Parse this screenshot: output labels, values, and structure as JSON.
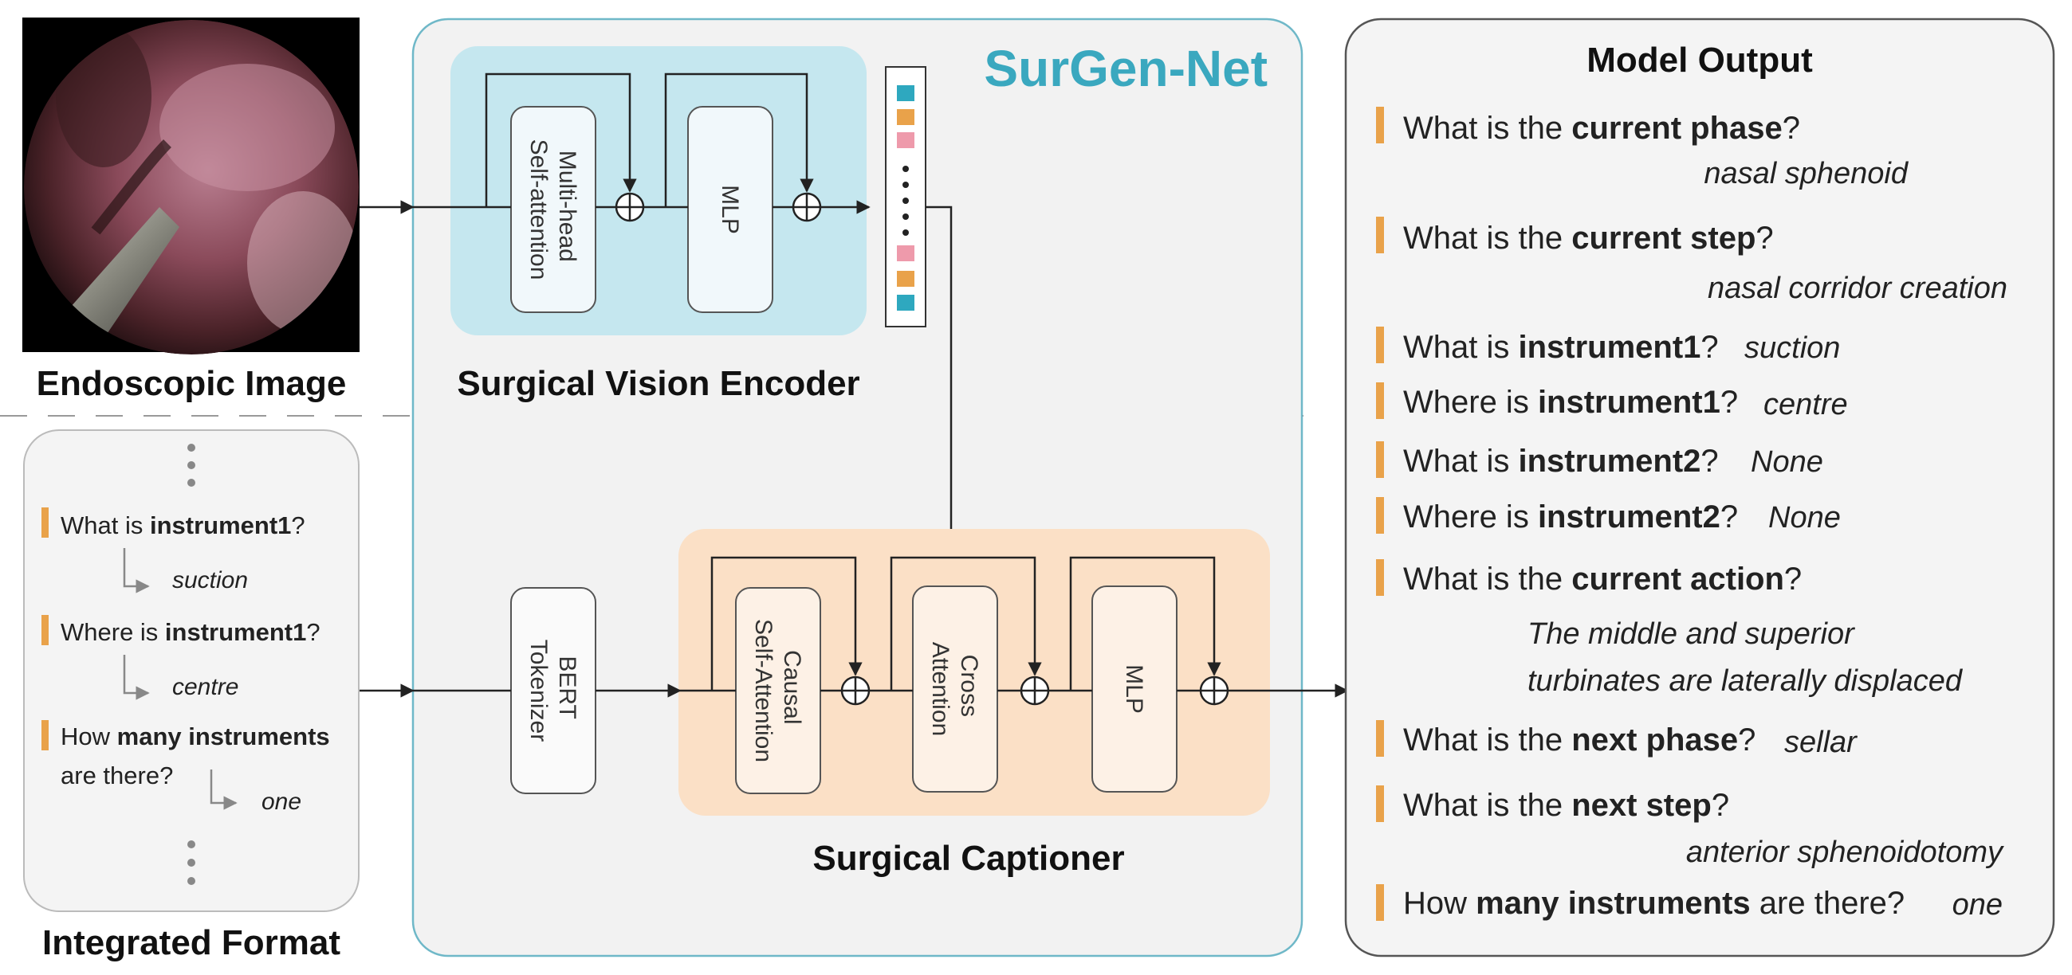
{
  "titles": {
    "brand": "SurGen-Net",
    "endoscopic_image": "Endoscopic Image",
    "integrated_format": "Integrated Format",
    "vision_encoder": "Surgical Vision Encoder",
    "captioner": "Surgical Captioner",
    "model_output": "Model Output"
  },
  "blocks": {
    "mhsa_line1": "Multi-head",
    "mhsa_line2": "Self-attention",
    "mlp1": "MLP",
    "bert_line1": "BERT",
    "bert_line2": "Tokenizer",
    "causal_line1": "Causal",
    "causal_line2": "Self-Attention",
    "cross_line1": "Cross",
    "cross_line2": "Attention",
    "mlp2": "MLP"
  },
  "integrated": {
    "q1_pre": "What is ",
    "q1_b": "instrument1",
    "q1_post": "?",
    "a1": "suction",
    "q2_pre": "Where is ",
    "q2_b": "instrument1",
    "q2_post": "?",
    "a2": "centre",
    "q3_pre": "How ",
    "q3_b": "many instruments",
    "q3_line2": "are there?",
    "a3": "one"
  },
  "output": {
    "q1_pre": "What is the ",
    "q1_b": "current phase",
    "q1_post": "?",
    "a1": "nasal sphenoid",
    "q2_pre": "What is the ",
    "q2_b": "current step",
    "q2_post": "?",
    "a2": "nasal corridor creation",
    "q3_pre": "What is ",
    "q3_b": "instrument1",
    "q3_post": "?",
    "a3": "suction",
    "q4_pre": "Where is ",
    "q4_b": "instrument1",
    "q4_post": "?",
    "a4": "centre",
    "q5_pre": "What is ",
    "q5_b": "instrument2",
    "q5_post": "?",
    "a5": "None",
    "q6_pre": "Where is ",
    "q6_b": "instrument2",
    "q6_post": "?",
    "a6": "None",
    "q7_pre": "What is the ",
    "q7_b": "current action",
    "q7_post": "?",
    "a7_line1": "The middle and superior",
    "a7_line2": "turbinates are laterally displaced",
    "q8_pre": "What is the ",
    "q8_b": "next phase",
    "q8_post": "?",
    "a8": "sellar",
    "q9_pre": "What is the ",
    "q9_b": "next step",
    "q9_post": "?",
    "a9": "anterior sphenoidotomy",
    "q10_pre": "How ",
    "q10_b": "many instruments",
    "q10_post": " are there?",
    "a10": "one"
  },
  "colors": {
    "brand": "#3aa8bf",
    "encoder_bg": "#c5e7ef",
    "captioner_bg": "#fbe0c6",
    "panel_bg": "#f2f2f2",
    "bullet": "#e9a24a",
    "token_teal": "#2ea8bf",
    "token_orange": "#e9a24a",
    "token_pink": "#ee9aab"
  }
}
